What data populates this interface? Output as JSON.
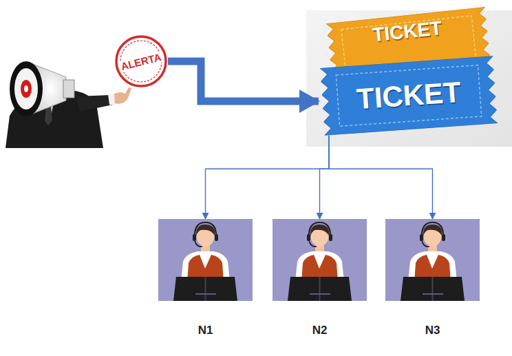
{
  "diagram": {
    "nodes": [
      {
        "text": [
          "ALERTA"
        ]
      },
      {
        "text": [
          "TICKET"
        ]
      },
      {
        "text": [
          "TICKET"
        ]
      },
      {
        "text": [
          "N1"
        ]
      },
      {
        "text": [
          "N2"
        ]
      },
      {
        "text": [
          "N3"
        ]
      }
    ],
    "edges": [
      {
        "from": 0,
        "to": 2,
        "arrow": "to"
      },
      {
        "from": 2,
        "to": 3,
        "arrow": "to"
      },
      {
        "from": 2,
        "to": 4,
        "arrow": "to"
      },
      {
        "from": 2,
        "to": 5,
        "arrow": "to"
      }
    ]
  }
}
